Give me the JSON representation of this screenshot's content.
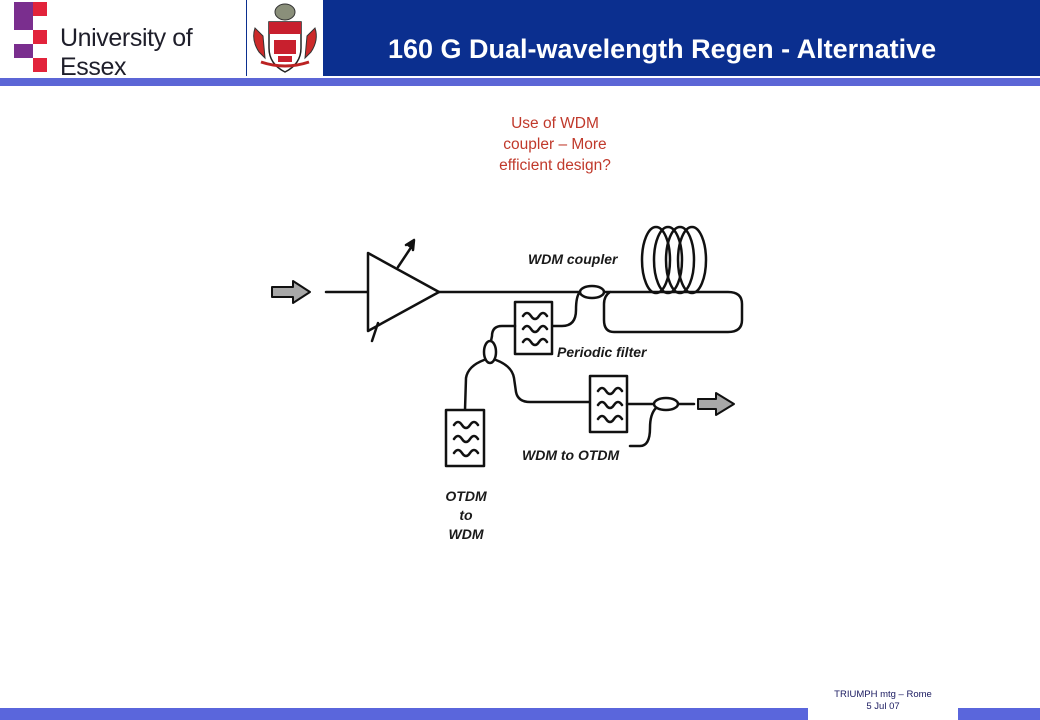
{
  "header": {
    "university_name": "University of Essex",
    "title": "160 G Dual-wavelength Regen - Alternative"
  },
  "note": {
    "lines": [
      "Use of WDM",
      "coupler – More",
      "efficient design?"
    ]
  },
  "diagram": {
    "labels": {
      "wdm_coupler": "WDM coupler",
      "periodic_filter": "Periodic filter",
      "wdm_to_otdm": "WDM to OTDM",
      "otdm_to_wdm": [
        "OTDM",
        "to",
        "WDM"
      ]
    }
  },
  "footer": {
    "line1": "TRIUMPH mtg – Rome",
    "line2": "5 Jul 07"
  },
  "colors": {
    "header_blue": "#0b2f8f",
    "accent_violet": "#5c66d6",
    "note_red": "#c0392b",
    "logo_purple": "#7a2e8e",
    "logo_red": "#e2233b"
  }
}
